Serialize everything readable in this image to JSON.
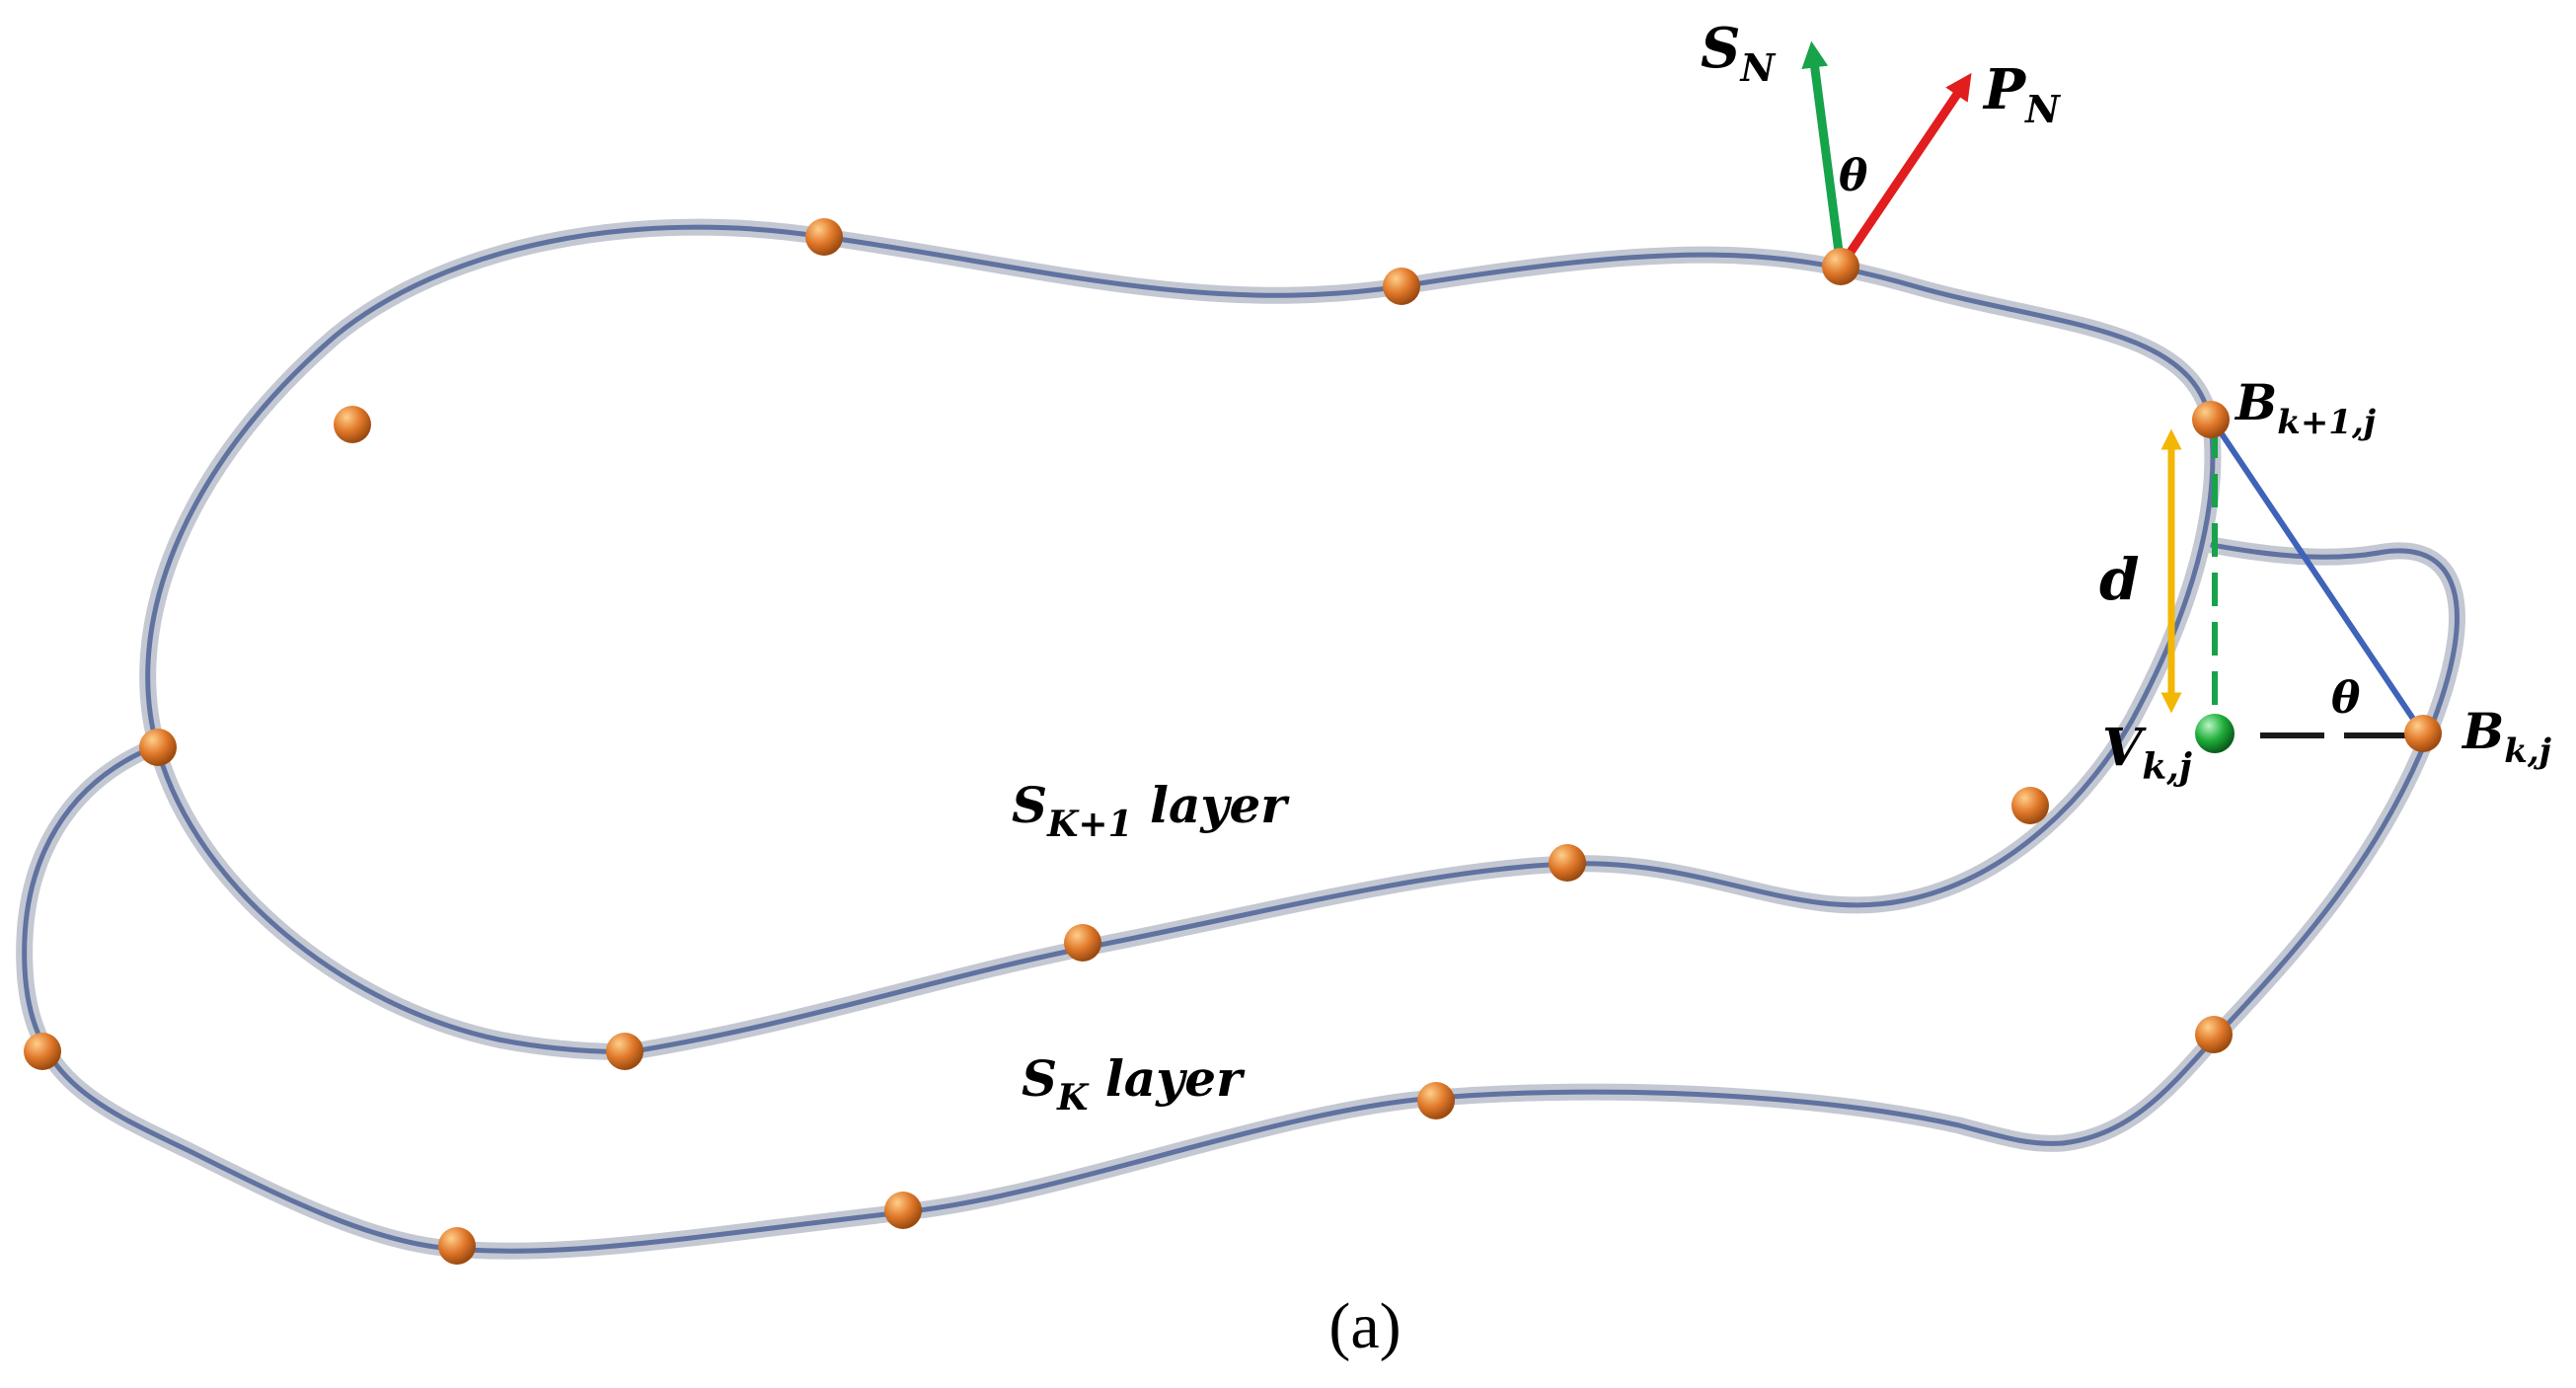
{
  "colors": {
    "curve": "#5f72a0",
    "curve_halo": "#c3c8d2",
    "node": "#e0782a",
    "node_light": "#ffcf8a",
    "node_dark": "#9b4a10",
    "vertex": "#1fae3a",
    "vector_s": "#16a34a",
    "vector_p": "#e11d1d",
    "distance": "#f2b705",
    "projection": "#16a34a",
    "connector": "#3f63b8",
    "horizontal": "#1a1a1a"
  },
  "labels": {
    "s_n": {
      "main": "S",
      "sub": "N"
    },
    "p_n": {
      "main": "P",
      "sub": "N"
    },
    "theta_top": "θ",
    "b_upper": {
      "main": "B",
      "sub": "k+1,j"
    },
    "d": "d",
    "theta_low": "θ",
    "v": {
      "main": "V",
      "sub": "k,j"
    },
    "b_lower": {
      "main": "B",
      "sub": "k,j"
    },
    "layer_upper": {
      "main": "S",
      "sub": "K+1",
      "rest": " layer"
    },
    "layer_lower": {
      "main": "S",
      "sub": "K",
      "rest": " layer"
    },
    "caption": "(a)"
  },
  "icons": {
    "node": "sphere-node-icon",
    "vertex": "sphere-vertex-icon"
  }
}
